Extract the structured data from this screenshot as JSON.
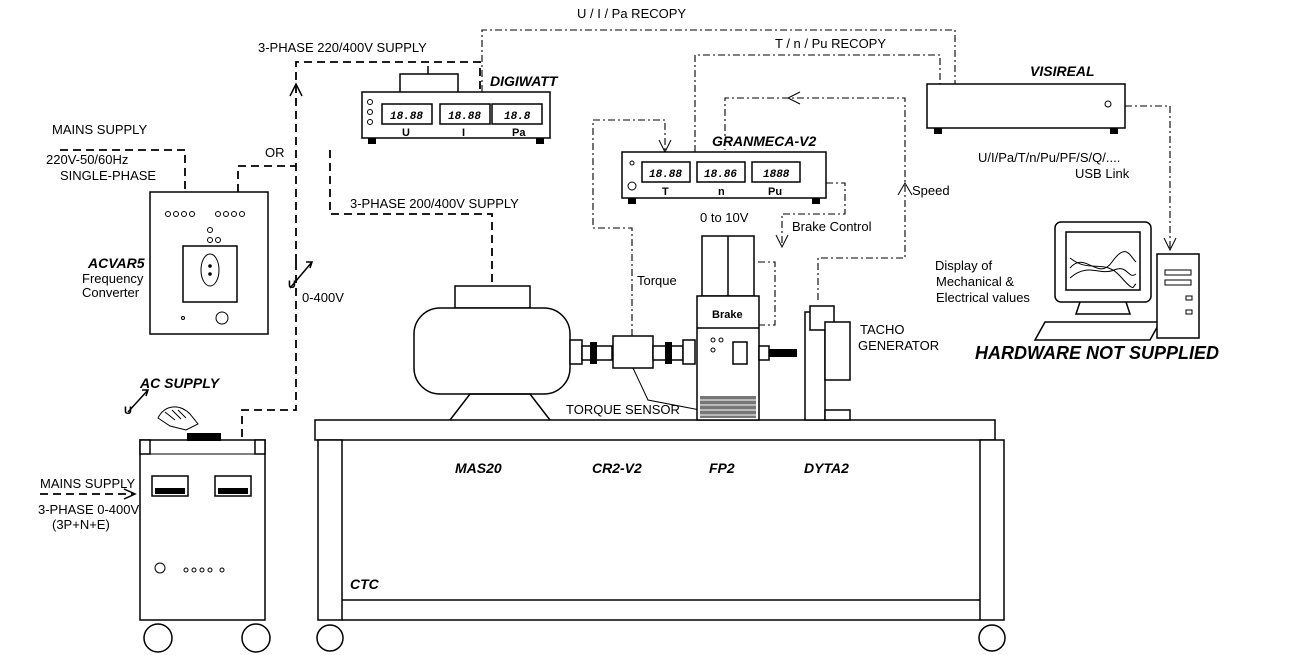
{
  "labels": {
    "u_i_pa_recopy": "U / I / Pa  RECOPY",
    "t_n_pu_recopy": "T / n / Pu RECOPY",
    "supply_3ph_220_400": "3-PHASE 220/400V SUPPLY",
    "supply_3ph_200_400": "3-PHASE 200/400V SUPPLY",
    "mains_supply_top": "MAINS SUPPLY",
    "voltage_single_1": "220V-50/60Hz",
    "voltage_single_2": "SINGLE-PHASE",
    "or": "OR",
    "acvar5_name": "ACVAR5",
    "acvar5_desc_1": "Frequency",
    "acvar5_desc_2": "Converter",
    "u_symbol_1": "U",
    "range_0_400": "0-400V",
    "ac_supply": "AC SUPPLY",
    "u_symbol_2": "U",
    "mains_supply_bottom": "MAINS SUPPLY",
    "supply_3ph_0_400": "3-PHASE 0-400V",
    "supply_3ph_detail": "(3P+N+E)",
    "digiwatt": "DIGIWATT",
    "granmeca": "GRANMECA-V2",
    "visireal": "VISIREAL",
    "usb_line_1": "U/I/Pa/T/n/Pu/PF/S/Q/....",
    "usb_line_2": "USB Link",
    "torque": "Torque",
    "zero_to_ten": "0 to 10V",
    "brake_control": "Brake Control",
    "speed": "Speed",
    "brake": "Brake",
    "tacho_1": "TACHO",
    "tacho_2": "GENERATOR",
    "torque_sensor": "TORQUE SENSOR",
    "display_1": "Display of",
    "display_2": "Mechanical &",
    "display_3": "Electrical values",
    "hardware": "HARDWARE NOT SUPPLIED",
    "mas20": "MAS20",
    "cr2v2": "CR2-V2",
    "fp2": "FP2",
    "dyta2": "DYTA2",
    "ctc": "CTC"
  },
  "digiwatt_display": [
    {
      "value": "18.88",
      "unit": "U"
    },
    {
      "value": "18.88",
      "unit": "I"
    },
    {
      "value": "18.8",
      "unit": "Pa"
    }
  ],
  "granmeca_display": [
    {
      "value": "18.88",
      "unit": "T"
    },
    {
      "value": "18.86",
      "unit": "n"
    },
    {
      "value": "1888",
      "unit": "Pu"
    }
  ]
}
